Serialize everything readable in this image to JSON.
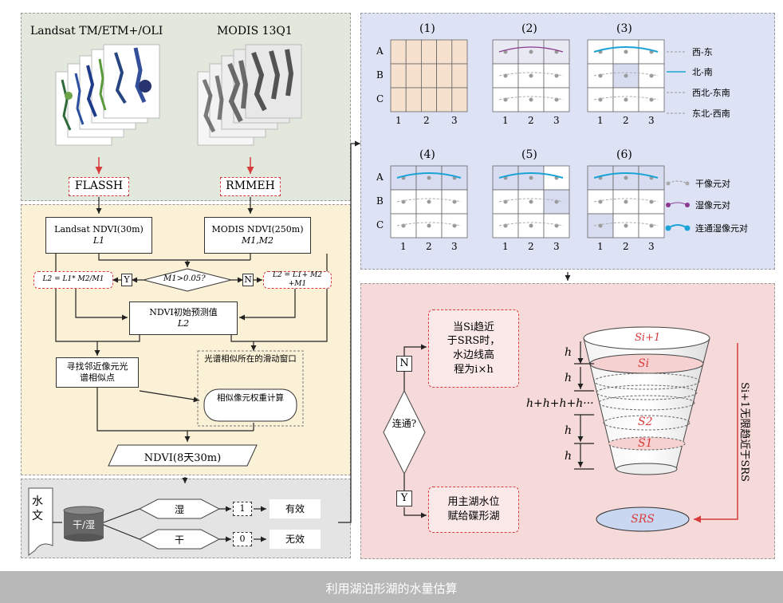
{
  "input_panel": {
    "landsat_title": "Landsat TM/ETM+/OLI",
    "modis_title": "MODIS 13Q1",
    "flassh_label": "FLASSH",
    "rmmeh_label": "RMMEH"
  },
  "fusion_panel": {
    "landsat_ndvi_label": "Landsat NDVI(30m)",
    "landsat_ndvi_var": "L1",
    "modis_ndvi_label": "MODIS NDVI(250m)",
    "modis_ndvi_var": "M1,M2",
    "left_formula": "L2 = L1* M2/M1",
    "y_label": "Y",
    "condition": "M1>0.05?",
    "n_label": "N",
    "right_formula": "L2 = L1+ M2 +M1",
    "initial_pred_label": "NDVI初始预测值",
    "initial_pred_var": "L2",
    "neighbor_search": "寻找邻近像元光谱相似点",
    "window_label": "光谱相似所在的滑动窗口",
    "weight_calc": "相似像元权重计算",
    "output_label": "NDVI(8天30m)"
  },
  "hydro_panel": {
    "hydro_label": "水文",
    "dry_wet": "干/湿",
    "wet": "湿",
    "dry": "干",
    "one": "1",
    "zero": "0",
    "valid": "有效",
    "invalid": "无效"
  },
  "grid_panel": {
    "titles": [
      "(1)",
      "(2)",
      "(3)",
      "(4)",
      "(5)",
      "(6)"
    ],
    "row_labels": [
      "A",
      "B",
      "C"
    ],
    "col_labels": [
      "1",
      "2",
      "3"
    ],
    "legend_top": [
      "西-东",
      "北-南",
      "西北-东南",
      "东北-西南"
    ],
    "legend_bottom": [
      "干像元对",
      "湿像元对",
      "连通湿像元对"
    ]
  },
  "level_panel": {
    "n_label": "N",
    "y_label": "Y",
    "connected": "连通?",
    "top_box_lines": [
      "当Si趋近",
      "于SRS时，",
      "水边线高",
      "程为i×h"
    ],
    "bottom_box_lines": [
      "用主湖水位",
      "赋给碟形湖"
    ],
    "h": "h",
    "h_sum": "h+h+h+h···",
    "s_top": "Si+1",
    "s_i": "Si",
    "s_2": "S2",
    "s_1": "S1",
    "s_rs": "SRS",
    "right_note": "Si+1无限趋近于SRS"
  },
  "caption": "利用湖泊形湖的水量估算",
  "colors": {
    "green_bg": "#e3e8dc",
    "yellow_bg": "#fbf1d7",
    "gray_bg": "#e4e4e4",
    "blue_bg": "#dde3f5",
    "pink_bg": "#f6d9d9",
    "red": "#d83b3b",
    "cyan": "#1aa3d6",
    "purple": "#8b3a8f"
  }
}
